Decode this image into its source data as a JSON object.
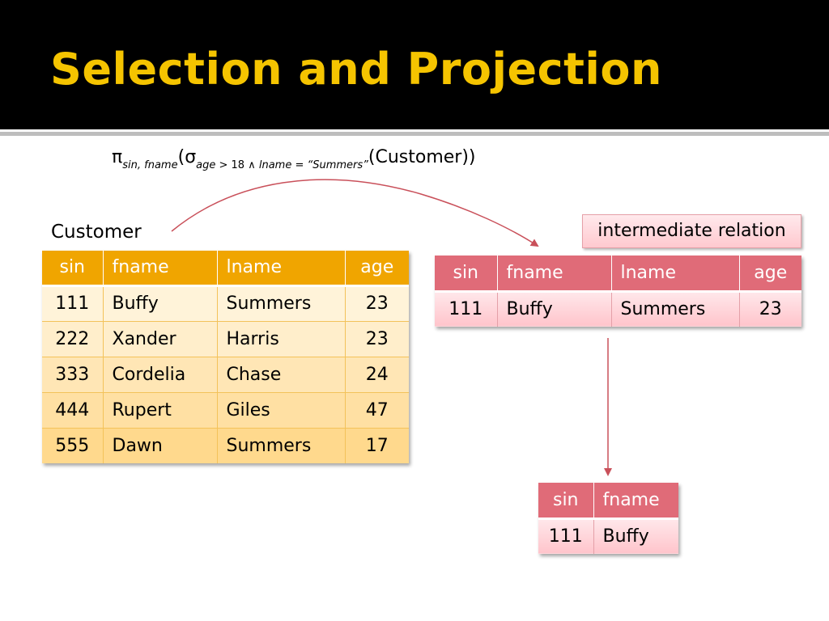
{
  "slide": {
    "title": "Selection and Projection"
  },
  "formula": {
    "pi": "π",
    "pi_sub": "sin, fname",
    "open1": "(",
    "sigma": "σ",
    "sigma_sub_a": "age",
    "sigma_sub_b": " > 18 ",
    "sigma_sub_c": "∧",
    "sigma_sub_d": " lname = “Summers”",
    "rest": "(Customer))"
  },
  "customer": {
    "label": "Customer",
    "headers": [
      "sin",
      "fname",
      "lname",
      "age"
    ],
    "rows": [
      [
        "111",
        "Buffy",
        "Summers",
        "23"
      ],
      [
        "222",
        "Xander",
        "Harris",
        "23"
      ],
      [
        "333",
        "Cordelia",
        "Chase",
        "24"
      ],
      [
        "444",
        "Rupert",
        "Giles",
        "47"
      ],
      [
        "555",
        "Dawn",
        "Summers",
        "17"
      ]
    ]
  },
  "intermediate": {
    "label": "intermediate relation",
    "headers": [
      "sin",
      "fname",
      "lname",
      "age"
    ],
    "rows": [
      [
        "111",
        "Buffy",
        "Summers",
        "23"
      ]
    ]
  },
  "result": {
    "headers": [
      "sin",
      "fname"
    ],
    "rows": [
      [
        "111",
        "Buffy"
      ]
    ]
  },
  "colors": {
    "title_bg": "#000000",
    "title_text": "#f5c400",
    "customer_header": "#f0a500",
    "red_header": "#e06b78",
    "arrow": "#c9505a"
  }
}
